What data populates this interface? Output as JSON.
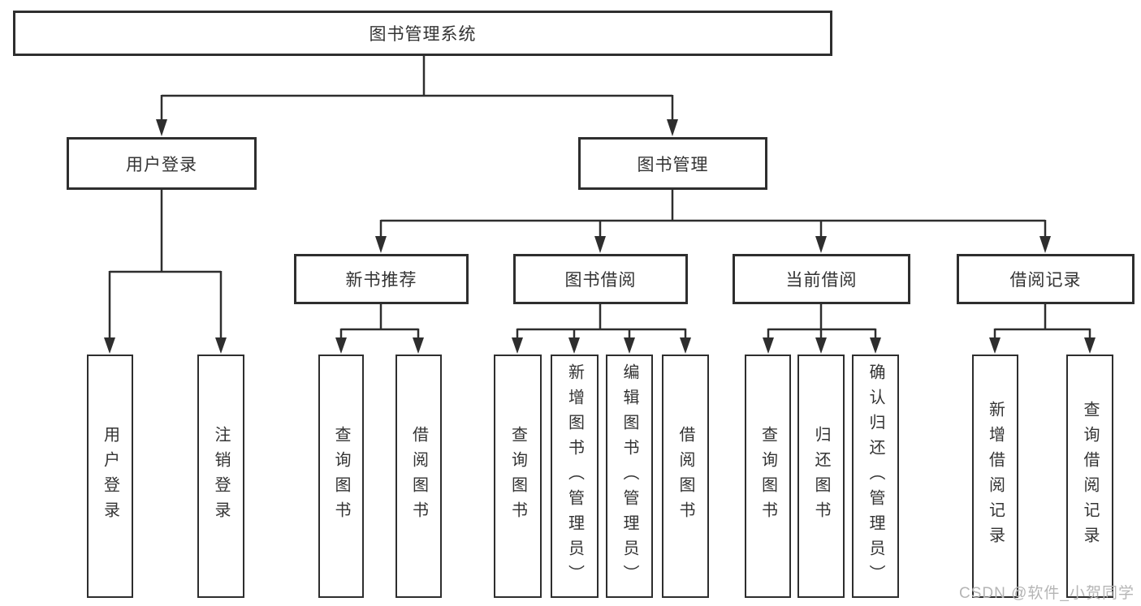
{
  "tree": {
    "label": "图书管理系统",
    "children": [
      {
        "label": "用户登录",
        "children": [
          {
            "label": "用户登录"
          },
          {
            "label": "注销登录"
          }
        ]
      },
      {
        "label": "图书管理",
        "children": [
          {
            "label": "新书推荐",
            "children": [
              {
                "label": "查询图书"
              },
              {
                "label": "借阅图书"
              }
            ]
          },
          {
            "label": "图书借阅",
            "children": [
              {
                "label": "查询图书"
              },
              {
                "label": "新增图书（管理员）"
              },
              {
                "label": "编辑图书（管理员）"
              },
              {
                "label": "借阅图书"
              }
            ]
          },
          {
            "label": "当前借阅",
            "children": [
              {
                "label": "查询图书"
              },
              {
                "label": "归还图书"
              },
              {
                "label": "确认归还（管理员）"
              }
            ]
          },
          {
            "label": "借阅记录",
            "children": [
              {
                "label": "新增借阅记录"
              },
              {
                "label": "查询借阅记录"
              }
            ]
          }
        ]
      }
    ]
  },
  "watermark": "CSDN @软件_小贺同学",
  "colors": {
    "line": "#2e2e2e",
    "border": "#2e2e2e",
    "text": "#333333",
    "watermark": "#b5b5b5",
    "background": "#ffffff"
  }
}
